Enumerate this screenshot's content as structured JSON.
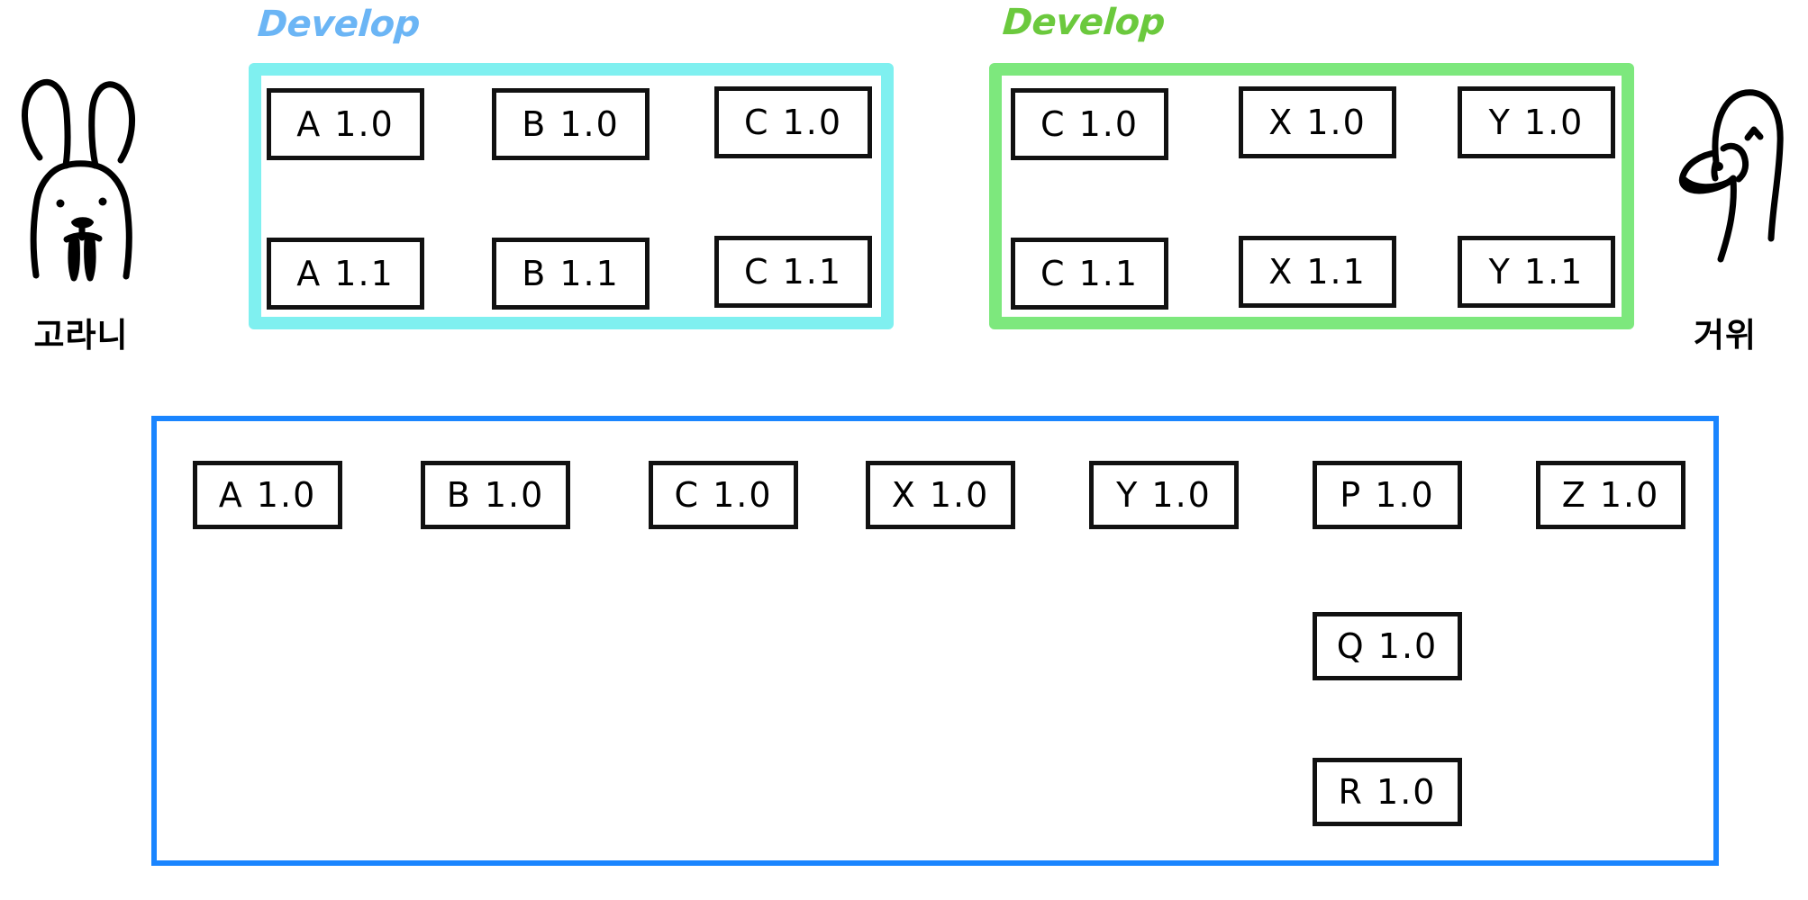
{
  "characters": [
    {
      "icon": "water-deer-icon",
      "name": "water-deer",
      "label": "고라니"
    },
    {
      "icon": "goose-icon",
      "name": "goose",
      "label": "거위"
    }
  ],
  "groups": [
    {
      "key": "develop-cyan",
      "title": "Develop",
      "title_color": "#6bb5f5",
      "frame_color": "#7ff0f0",
      "rows": [
        [
          "A 1.0",
          "B 1.0",
          "C 1.0"
        ],
        [
          "A 1.1",
          "B 1.1",
          "C 1.1"
        ]
      ]
    },
    {
      "key": "develop-green",
      "title": "Develop",
      "title_color": "#6bc93d",
      "frame_color": "#7de87d",
      "rows": [
        [
          "C 1.0",
          "X 1.0",
          "Y 1.0"
        ],
        [
          "C 1.1",
          "X 1.1",
          "Y 1.1"
        ]
      ]
    }
  ],
  "release": {
    "frame_color": "#1a85ff",
    "row1": [
      "A 1.0",
      "B 1.0",
      "C 1.0",
      "X 1.0",
      "Y 1.0",
      "P 1.0",
      "Z 1.0"
    ],
    "extra_column": [
      "Q 1.0",
      "R 1.0"
    ]
  }
}
